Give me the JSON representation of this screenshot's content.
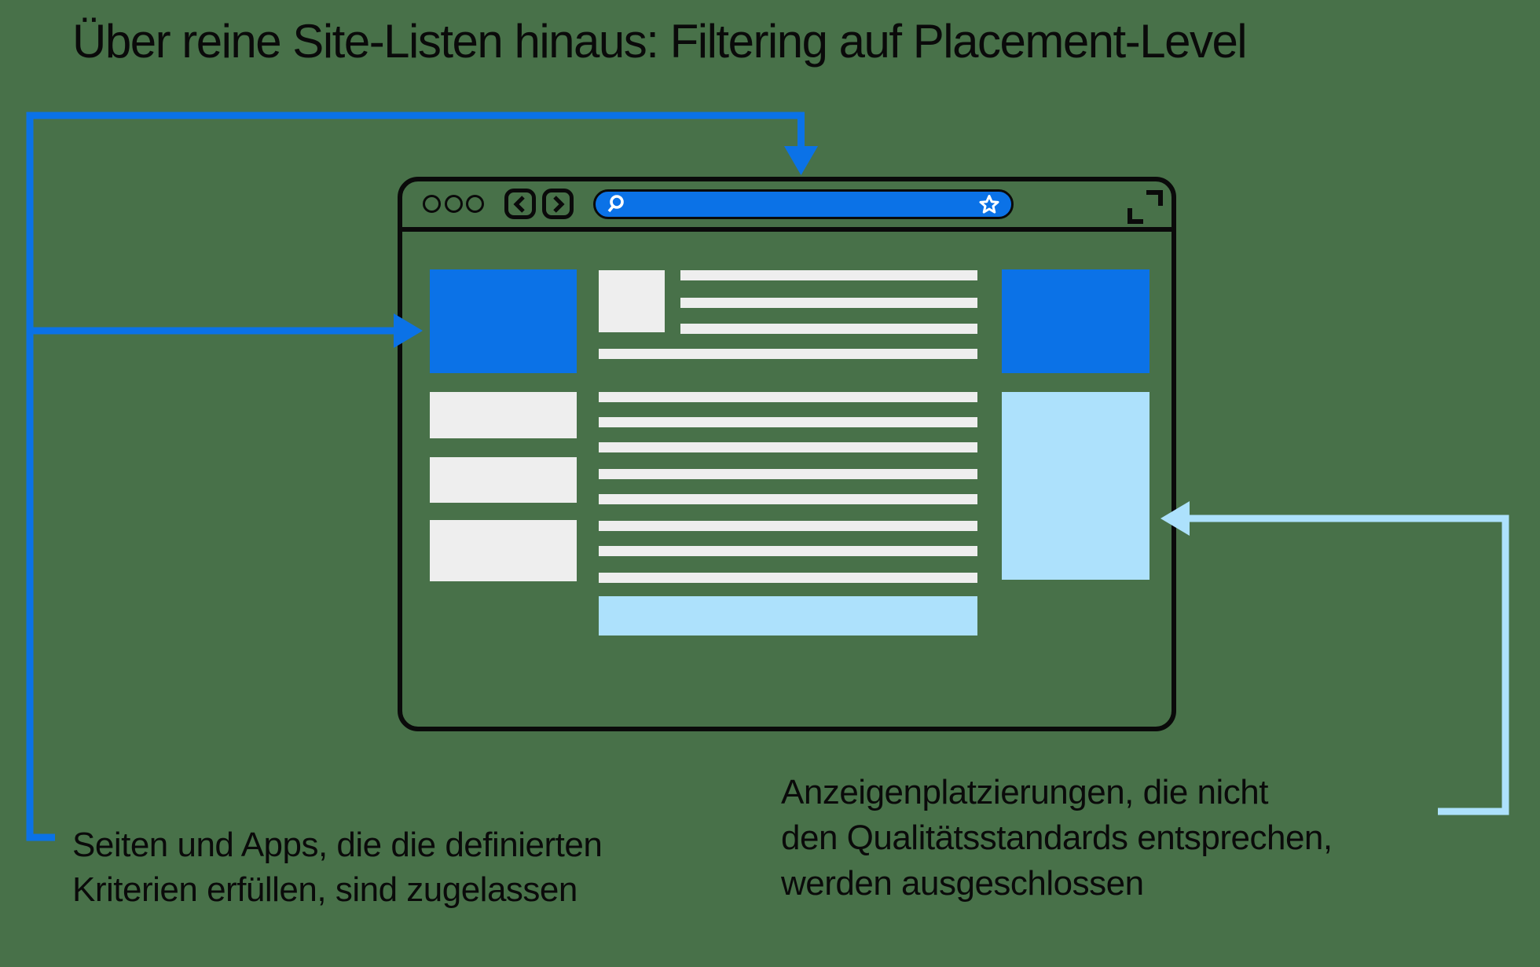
{
  "title": "Über reine Site-Listen hinaus: Filtering auf Placement-Level",
  "browser": {
    "window_controls": [
      "dot",
      "dot",
      "dot"
    ],
    "nav": {
      "back_icon": "chevron-left",
      "forward_icon": "chevron-right"
    },
    "address_bar": {
      "value": "",
      "placeholder": "",
      "left_icon": "search-magnifier",
      "right_icon": "star-outline"
    },
    "corner_icon": "expand-fullscreen"
  },
  "annotations": {
    "left": {
      "lines": [
        "Seiten und Apps, die die definierten",
        "Kriterien erfüllen, sind zugelassen"
      ]
    },
    "right": {
      "lines": [
        "Anzeigenplatzierungen, die nicht",
        "den Qualitätsstandards entsprechen,",
        "werden ausgeschlossen"
      ]
    }
  },
  "colors": {
    "background": "#487149",
    "accent_blue": "#0B72E7",
    "light_blue": "#ADE1FC",
    "wireframe_gray": "#EEEEEE",
    "ink": "#0A0A0A"
  }
}
